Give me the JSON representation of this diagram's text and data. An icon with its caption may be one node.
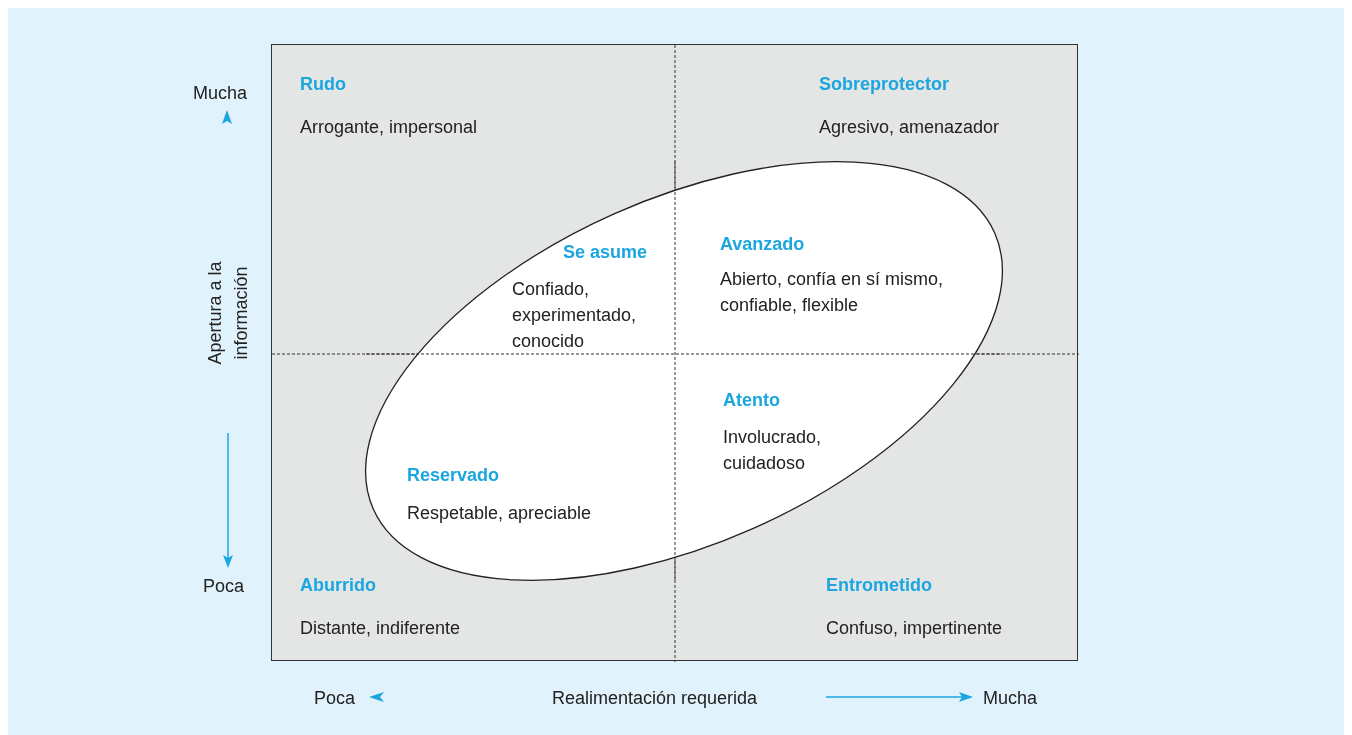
{
  "diagram": {
    "nodes": [
      {
        "text": [
          "Rudo",
          "Arrogante, impersonal",
          "Sobreprotector",
          "Agresivo, amenazador",
          "Aburrido",
          "Distante, indiferente",
          "Entrometido",
          "Confuso, impertinente"
        ]
      },
      {
        "text": [
          "Se asume",
          "Confiado, experimentado, conocido",
          "Avanzado",
          "Abierto, confía en sí mismo, confiable, flexible",
          "Reservado",
          "Respetable, apreciable",
          "Atento",
          "Involucrado, cuidadoso"
        ],
        "in": 0
      }
    ],
    "labels": [
      "Mucha",
      "Apertura a la información",
      "Poca",
      "Poca",
      "Realimentación requerida",
      "Mucha"
    ]
  }
}
